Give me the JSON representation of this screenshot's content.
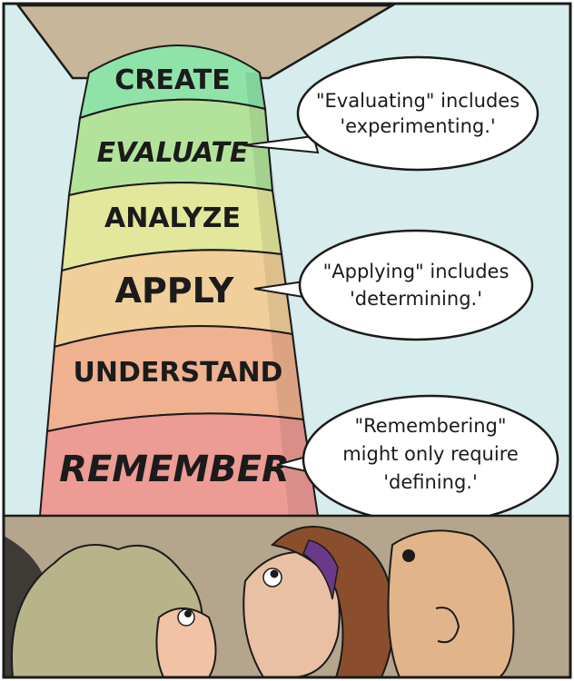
{
  "pyramid": {
    "tiers": [
      {
        "label": "CREATE",
        "color": "#8fe3a9"
      },
      {
        "label": "EVALUATE",
        "color": "#b3e39b"
      },
      {
        "label": "ANALYZE",
        "color": "#e3e79b"
      },
      {
        "label": "APPLY",
        "color": "#f0cf9a"
      },
      {
        "label": "UNDERSTAND",
        "color": "#efb18f"
      },
      {
        "label": "REMEMBER",
        "color": "#ed9b95"
      }
    ]
  },
  "bubbles": [
    {
      "lines": [
        "\"Evaluating\" includes",
        "'experimenting.'"
      ]
    },
    {
      "lines": [
        "\"Applying\" includes",
        "'determining.'"
      ]
    },
    {
      "lines": [
        "\"Remembering\"",
        "might only require",
        "'defining.'"
      ]
    }
  ],
  "colors": {
    "sky": "#d7ecec",
    "ceiling": "#c7b69a",
    "floor": "#b5a58d",
    "outline": "#1b1b1b"
  }
}
